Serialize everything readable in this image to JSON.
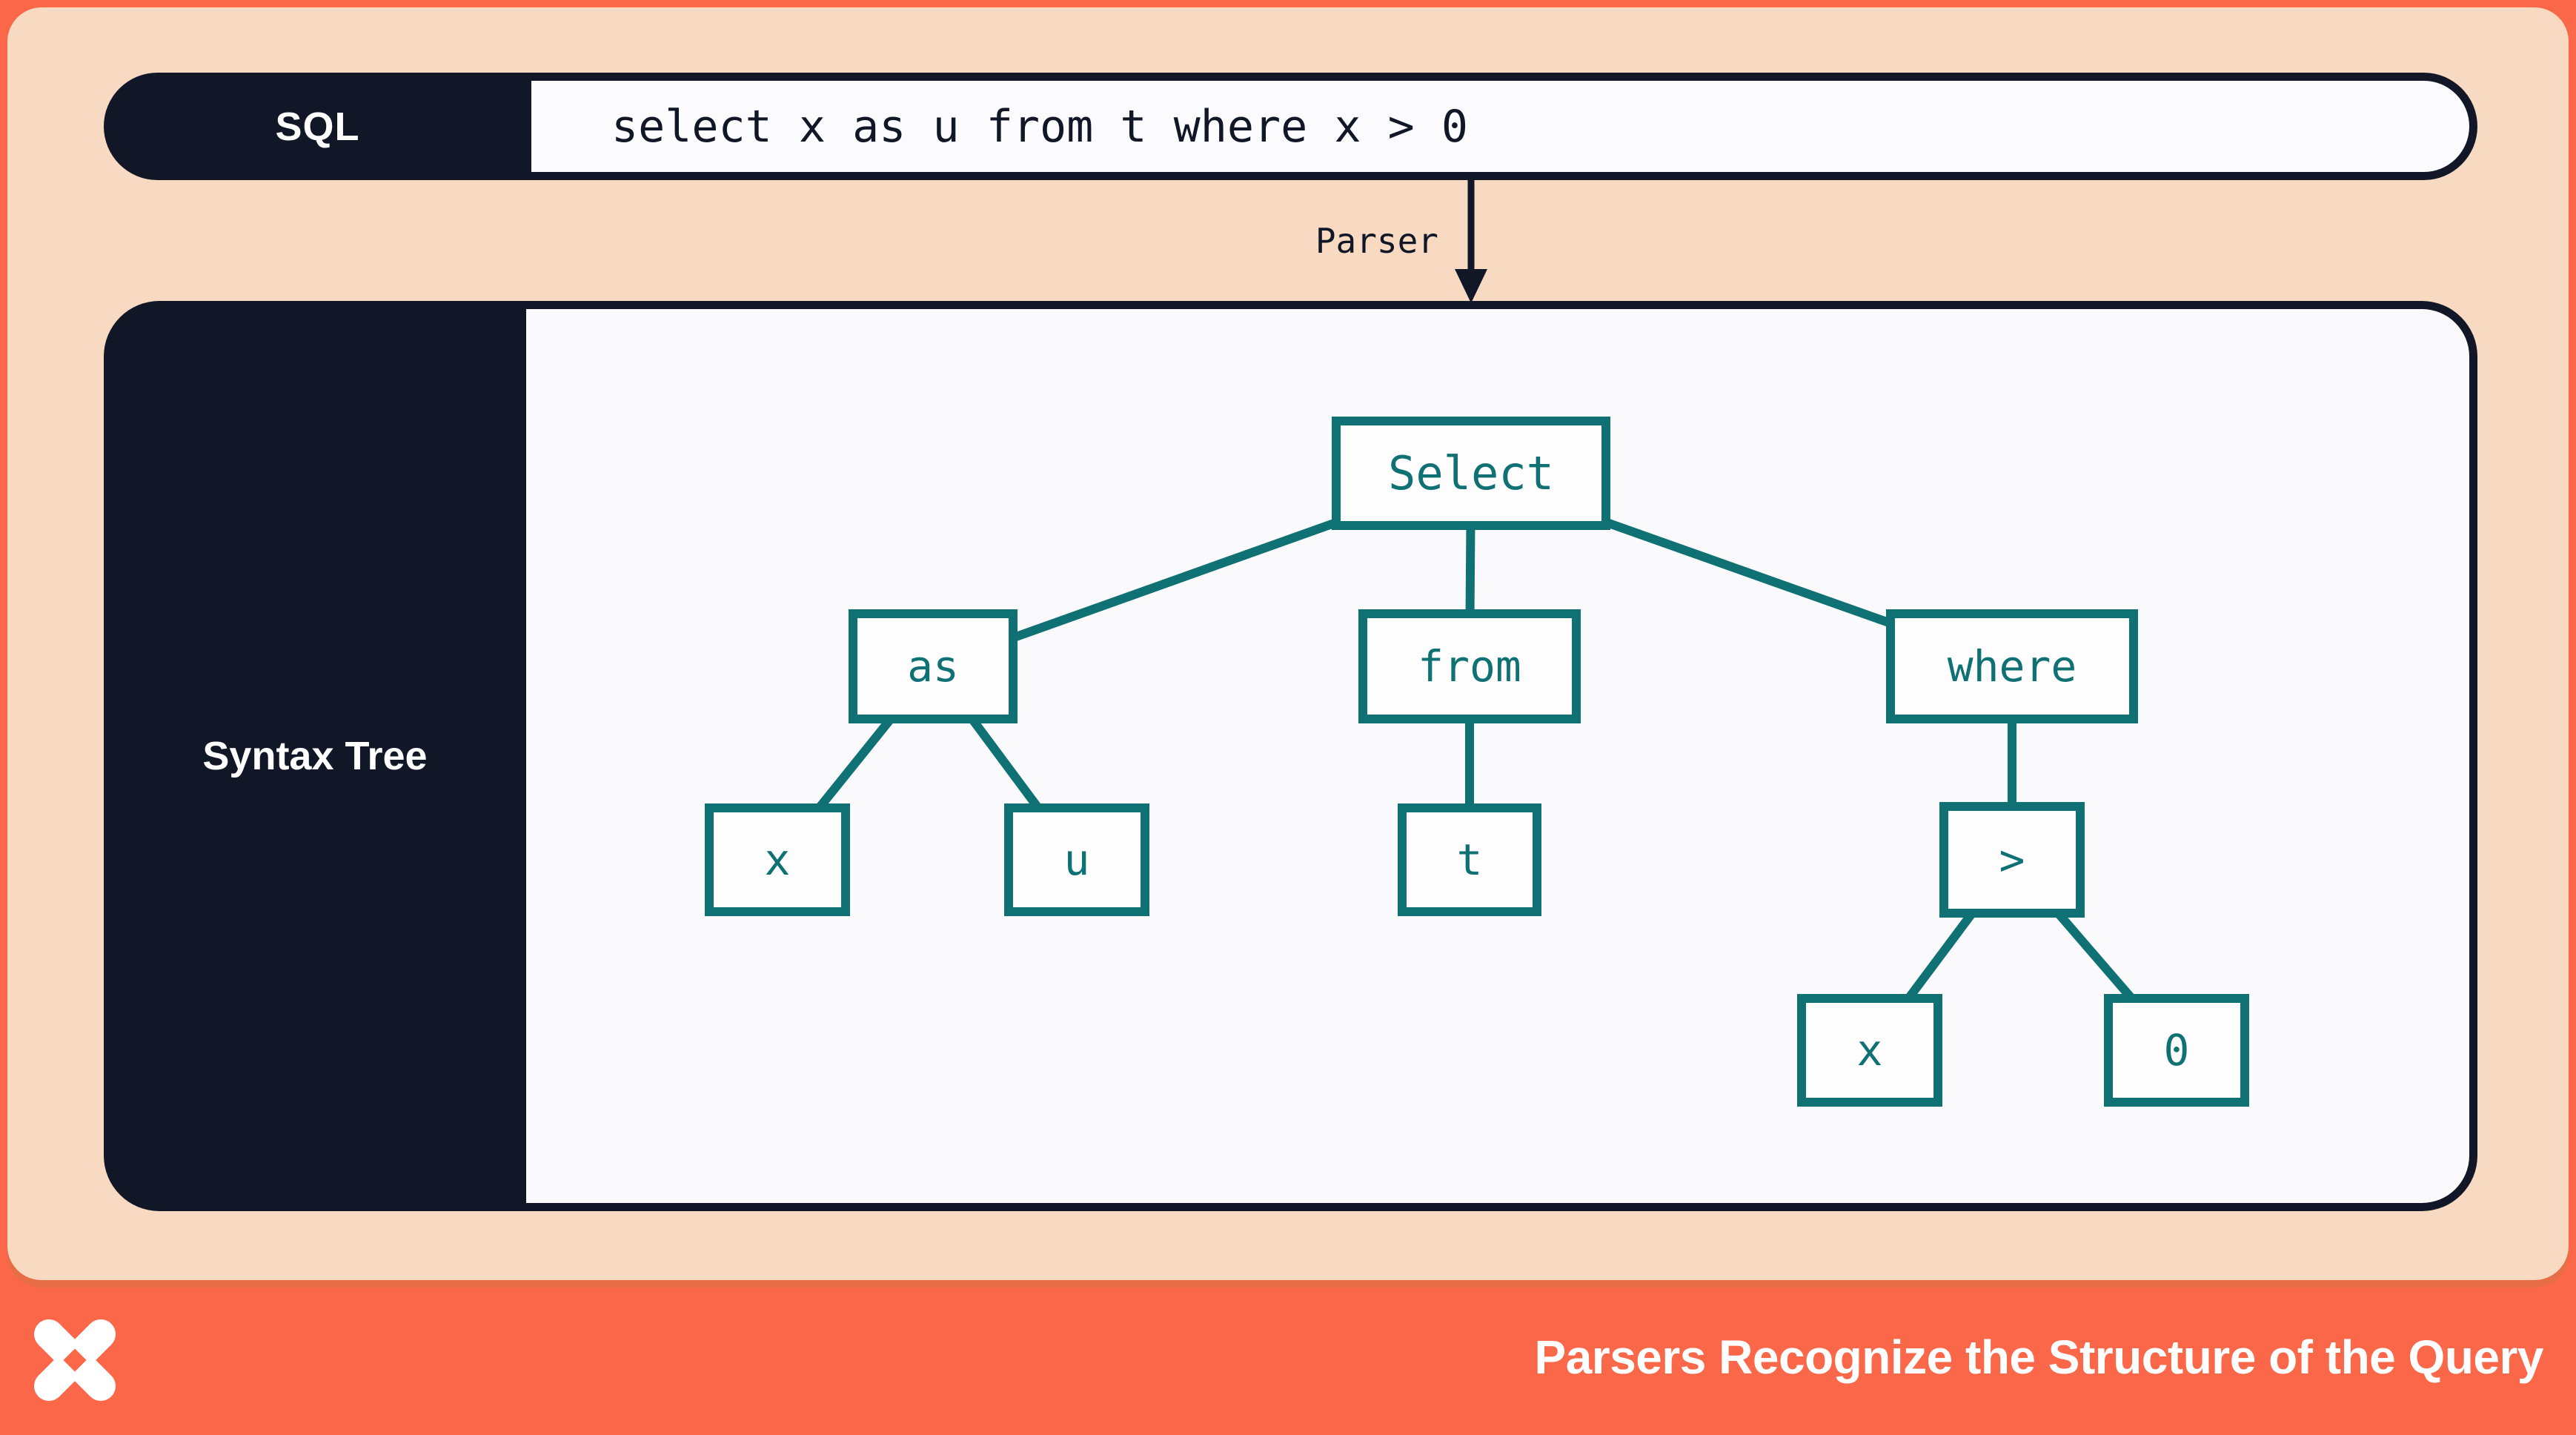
{
  "sql_bar": {
    "label": "SQL",
    "query": "select x as u from t where x > 0"
  },
  "parser_step": {
    "label": "Parser"
  },
  "syntax_tree_panel": {
    "label": "Syntax Tree",
    "nodes": [
      {
        "id": "select",
        "label": "Select"
      },
      {
        "id": "as",
        "label": "as"
      },
      {
        "id": "from",
        "label": "from"
      },
      {
        "id": "where",
        "label": "where"
      },
      {
        "id": "x1",
        "label": "x"
      },
      {
        "id": "u",
        "label": "u"
      },
      {
        "id": "t",
        "label": "t"
      },
      {
        "id": "gt",
        "label": ">"
      },
      {
        "id": "x2",
        "label": "x"
      },
      {
        "id": "zero",
        "label": "0"
      }
    ]
  },
  "footer": {
    "logo": "pinwheel-x-logo",
    "title": "Parsers Recognize the Structure of the Query"
  },
  "colors": {
    "coral": "#FB6749",
    "peach": "#F8D9C1",
    "navy": "#121728",
    "teal": "#0F7173",
    "panel_white": "#FAFAFC"
  }
}
